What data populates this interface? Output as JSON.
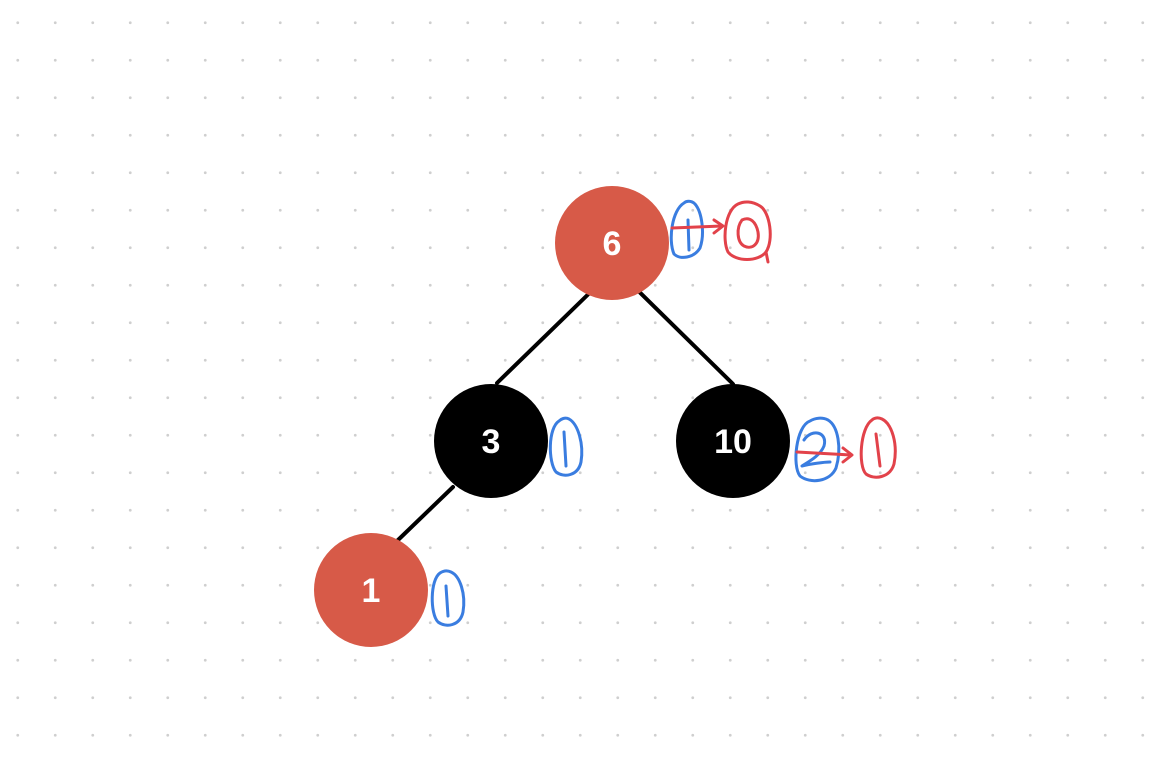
{
  "colors": {
    "red_node": "#d75a48",
    "black_node": "#000000",
    "edge": "#000000",
    "annotation_blue": "#3a7de0",
    "annotation_red": "#e2424a",
    "dot_grid": "#cfcfcf",
    "background": "#ffffff"
  },
  "tree": {
    "nodes": [
      {
        "id": "n6",
        "label": "6",
        "color": "red"
      },
      {
        "id": "n3",
        "label": "3",
        "color": "black"
      },
      {
        "id": "n10",
        "label": "10",
        "color": "black"
      },
      {
        "id": "n1",
        "label": "1",
        "color": "red"
      }
    ],
    "edges": [
      {
        "from": "6",
        "to": "3"
      },
      {
        "from": "6",
        "to": "10"
      },
      {
        "from": "3",
        "to": "1"
      }
    ]
  },
  "annotations": [
    {
      "node": "6",
      "blue_value": "1",
      "arrow": true,
      "red_value": "0"
    },
    {
      "node": "3",
      "blue_value": "1"
    },
    {
      "node": "10",
      "blue_value": "2",
      "arrow": true,
      "red_value": "1"
    },
    {
      "node": "1",
      "blue_value": "1"
    }
  ]
}
